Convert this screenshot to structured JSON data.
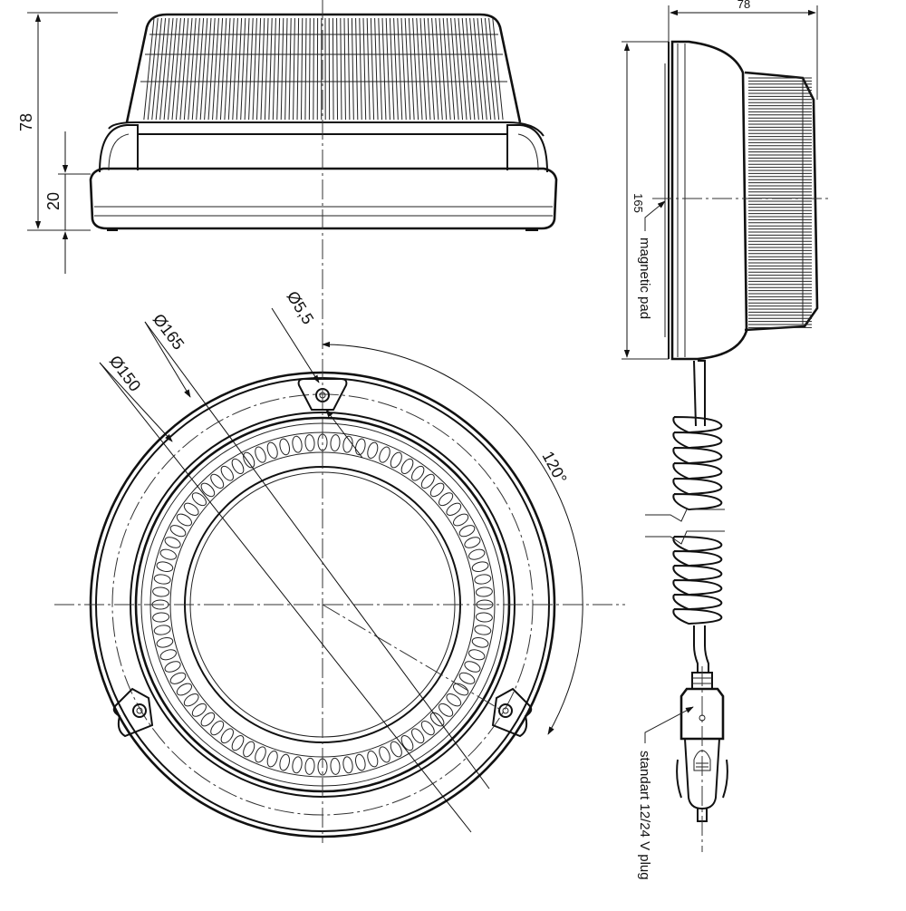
{
  "dimensions": {
    "height_total": "78",
    "base_height": "20",
    "width_side": "78",
    "diameter_side": "165",
    "dia_hole": "Ø5,5",
    "dia_outer": "Ø165",
    "dia_mount": "Ø150",
    "angle": "120°"
  },
  "labels": {
    "magnetic_pad": "magnetic pad",
    "plug": "standart 12/24 V plug"
  },
  "colors": {
    "line": "#111111",
    "background": "#ffffff"
  }
}
